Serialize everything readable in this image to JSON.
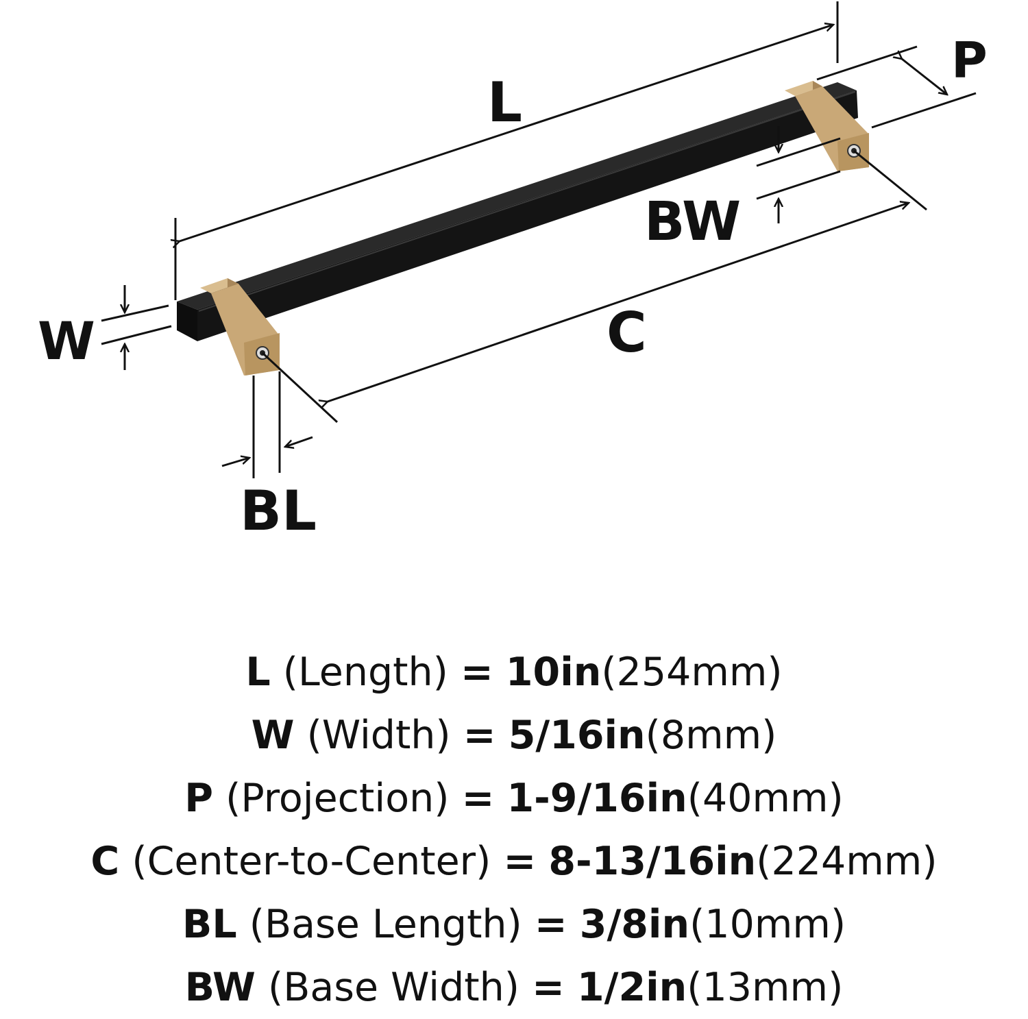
{
  "diagram": {
    "labels": {
      "L": "L",
      "P": "P",
      "BW": "BW",
      "W": "W",
      "C": "C",
      "BL": "BL"
    },
    "colors": {
      "bar": "#1a1a1a",
      "brass": "#c9a877",
      "brass_dark": "#a8875a",
      "line": "#111111"
    }
  },
  "specs": [
    {
      "code": "L",
      "name": "(Length)",
      "eq": "=",
      "imperial": "10in",
      "metric": "(254mm)"
    },
    {
      "code": "W",
      "name": "(Width)",
      "eq": "=",
      "imperial": "5/16in",
      "metric": "(8mm)"
    },
    {
      "code": "P",
      "name": "(Projection)",
      "eq": "=",
      "imperial": "1-9/16in",
      "metric": "(40mm)"
    },
    {
      "code": "C",
      "name": "(Center-to-Center)",
      "eq": "=",
      "imperial": "8-13/16in",
      "metric": "(224mm)"
    },
    {
      "code": "BL",
      "name": "(Base Length)",
      "eq": "=",
      "imperial": "3/8in",
      "metric": "(10mm)"
    },
    {
      "code": "BW",
      "name": "(Base Width)",
      "eq": "=",
      "imperial": "1/2in",
      "metric": "(13mm)"
    }
  ]
}
